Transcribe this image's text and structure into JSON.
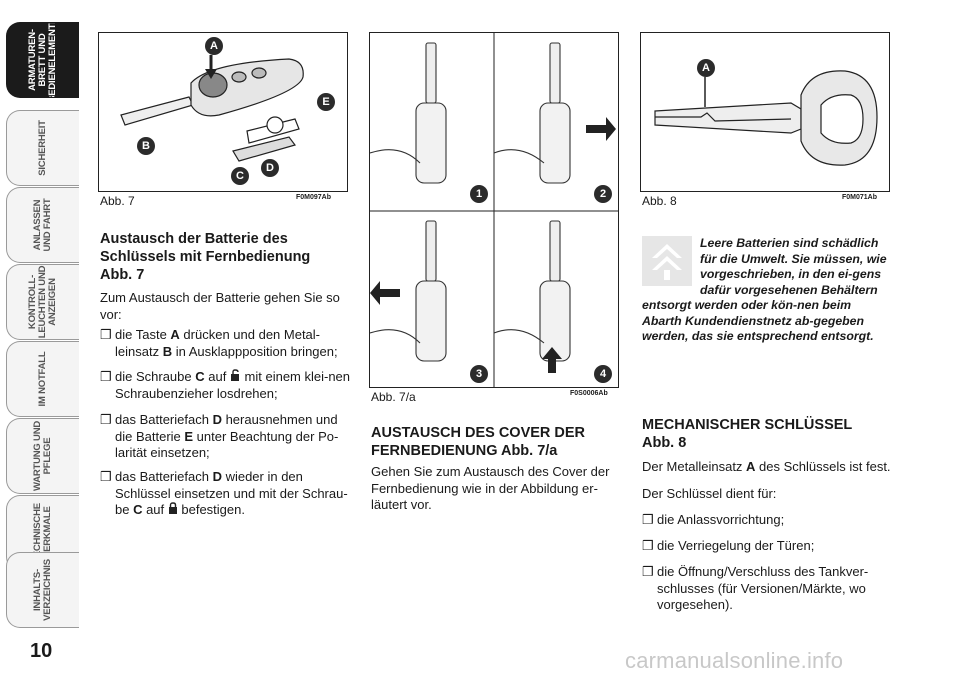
{
  "sidebar": {
    "tabs": [
      {
        "label": "ARMATUREN-\nBRETT UND\nBEDIENELEMENTE",
        "active": true
      },
      {
        "label": "SICHERHEIT",
        "active": false
      },
      {
        "label": "ANLASSEN\nUND FAHRT",
        "active": false
      },
      {
        "label": "KONTROLL-\nLEUCHTEN UND\nANZEIGEN",
        "active": false
      },
      {
        "label": "IM NOTFALL",
        "active": false
      },
      {
        "label": "WARTUNG UND\nPFLEGE",
        "active": false
      },
      {
        "label": "TECHNISCHE\nMERKMALE",
        "active": false
      },
      {
        "label": "INHALTS-\nVERZEICHNIS",
        "active": false
      }
    ],
    "page_number": "10"
  },
  "fig7": {
    "caption": "Abb. 7",
    "code": "F0M097Ab",
    "labels": [
      "A",
      "E",
      "B",
      "C",
      "D"
    ]
  },
  "fig7a": {
    "caption": "Abb. 7/a",
    "code": "F0S0006Ab",
    "steps": [
      "1",
      "2",
      "3",
      "4"
    ]
  },
  "fig8": {
    "caption": "Abb. 8",
    "code": "F0M071Ab",
    "labels": [
      "A"
    ]
  },
  "col1": {
    "heading": "Austausch der Batterie des Schlüssels mit Fernbedienung Abb. 7",
    "intro": "Zum Austausch der Batterie gehen Sie so vor:",
    "bullet": "❒",
    "items": [
      {
        "pre": "die Taste ",
        "bold": "A",
        "mid": " drücken und den Metal-leinsatz ",
        "bold2": "B",
        "post": " in Ausklappposition bringen;"
      },
      {
        "pre": "die Schraube ",
        "bold": "C",
        "mid": " auf ",
        "icon": "unlock-icon",
        "post": " mit einem klei-nen Schraubenzieher losdrehen;"
      },
      {
        "pre": "das Batteriefach ",
        "bold": "D",
        "mid": " herausnehmen und die Batterie ",
        "bold2": "E",
        "post": " unter Beachtung der Po-larität einsetzen;"
      },
      {
        "pre": "das Batteriefach ",
        "bold": "D",
        "mid": " wieder in den Schlüssel einsetzen und mit der Schrau-be ",
        "bold2": "C",
        "mid2": " auf ",
        "icon": "lock-icon",
        "post": " befestigen."
      }
    ]
  },
  "col2": {
    "heading": "AUSTAUSCH DES COVER DER FERNBEDIENUNG Abb. 7/a",
    "body": "Gehen Sie zum Austausch des Cover der Fernbedienung wie in der Abbildung er-läutert vor."
  },
  "col3": {
    "note": "Leere Batterien sind schädlich für die Umwelt. Sie müssen, wie vorgeschrieben, in den ei-gens dafür vorgesehenen Behältern entsorgt werden oder kön-nen beim Abarth Kundendienstnetz ab-gegeben werden, das sie entsprechend entsorgt.",
    "heading": "MECHANISCHER SCHLÜSSEL Abb. 8",
    "p1_pre": "Der Metalleinsatz ",
    "p1_bold": "A",
    "p1_post": " des Schlüssels ist fest.",
    "p2": "Der Schlüssel dient für:",
    "items": [
      "die Anlassvorrichtung;",
      "die Verriegelung der Türen;",
      "die Öffnung/Verschluss des Tankver-schlusses (für Versionen/Märkte, wo vorgesehen)."
    ]
  },
  "watermark": "carmanualsonline.info"
}
